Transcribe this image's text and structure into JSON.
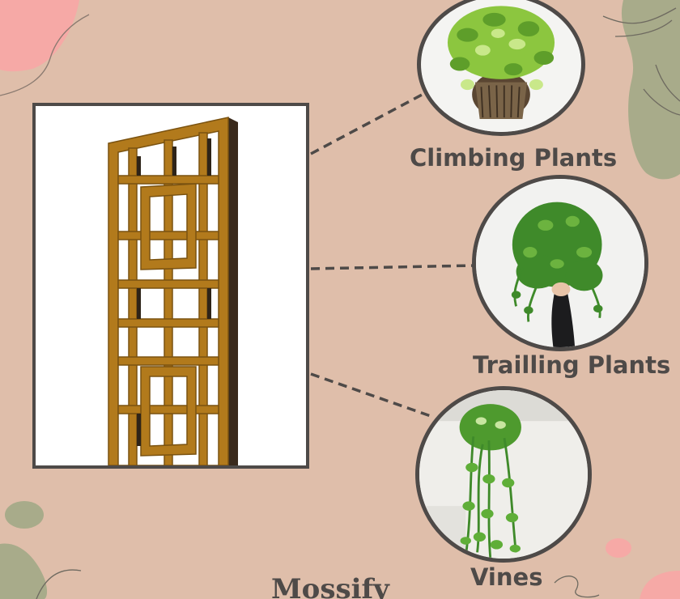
{
  "plants": [
    {
      "id": "climbing",
      "label": "Climbing Plants",
      "icon": "climbing-plant-photo"
    },
    {
      "id": "trailing",
      "label": "Trailling Plants",
      "icon": "trailing-plant-photo"
    },
    {
      "id": "vines",
      "label": "Vines",
      "icon": "vine-plant-photo"
    }
  ],
  "brand": "Mossify",
  "colors": {
    "background": "#dfbeaa",
    "text": "#4e4a48",
    "frame": "#4e4a48",
    "blob_pink": "#f6a9a6",
    "blob_green": "#a8ab8a",
    "trellis_wood": "#b27a1c"
  }
}
